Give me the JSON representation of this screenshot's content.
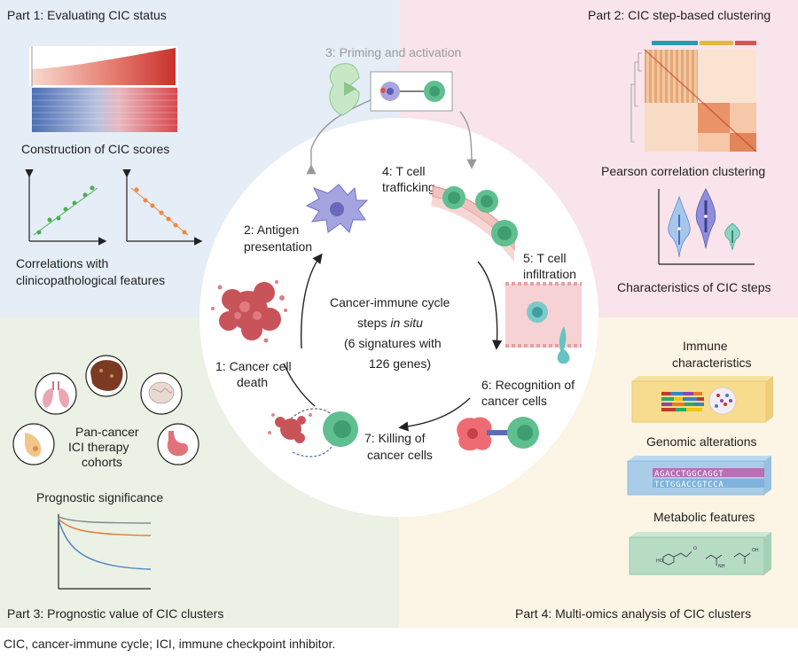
{
  "parts": {
    "part1_title": "Part 1: Evaluating CIC status",
    "part2_title": "Part 2: CIC step-based clustering",
    "part3_title": "Part 3: Prognostic value of CIC clusters",
    "part4_title": "Part 4: Multi-omics analysis of CIC clusters"
  },
  "part1": {
    "scores_label": "Construction of  CIC scores",
    "corr_label_1": "Correlations with",
    "corr_label_2": "clinicopathological features"
  },
  "part2": {
    "pearson_label": "Pearson correlation clustering",
    "steps_label": "Characteristics of CIC steps"
  },
  "part3": {
    "cohort_1": "Pan-cancer",
    "cohort_2": "ICI therapy",
    "cohort_3": "cohorts",
    "prognostic_label": "Prognostic significance"
  },
  "part4": {
    "immune_1": "Immune",
    "immune_2": "characteristics",
    "genomic": "Genomic alterations",
    "metabolic": "Metabolic features",
    "dna_top": "AGACCTGGCAGGT",
    "dna_bottom": "TCTGGACCGTCCA"
  },
  "cycle": {
    "center_1": "Cancer-immune cycle",
    "center_2a": "steps ",
    "center_2b": "in situ",
    "center_3": "(6 signatures with",
    "center_4": "126 genes)",
    "step3": "3: Priming and activation",
    "step4_1": "4: T cell",
    "step4_2": "trafficking",
    "step5_1": "5: T cell",
    "step5_2": "infiltration",
    "step6_1": "6: Recognition of",
    "step6_2": "cancer cells",
    "step7_1": "7: Killing of",
    "step7_2": "cancer cells",
    "step1_1": "1: Cancer cell",
    "step1_2": "death",
    "step2_1": "2: Antigen",
    "step2_2": "presentation"
  },
  "caption": "CIC, cancer-immune cycle; ICI, immune checkpoint inhibitor.",
  "colors": {
    "part1_bg": "#e5edf7",
    "part2_bg": "#f8e4ea",
    "part3_bg": "#ebf1e4",
    "part4_bg": "#fcf4e4",
    "tcell": "#5fbf8f",
    "dendritic": "#8c8cd0",
    "tumor": "#c8545a"
  }
}
